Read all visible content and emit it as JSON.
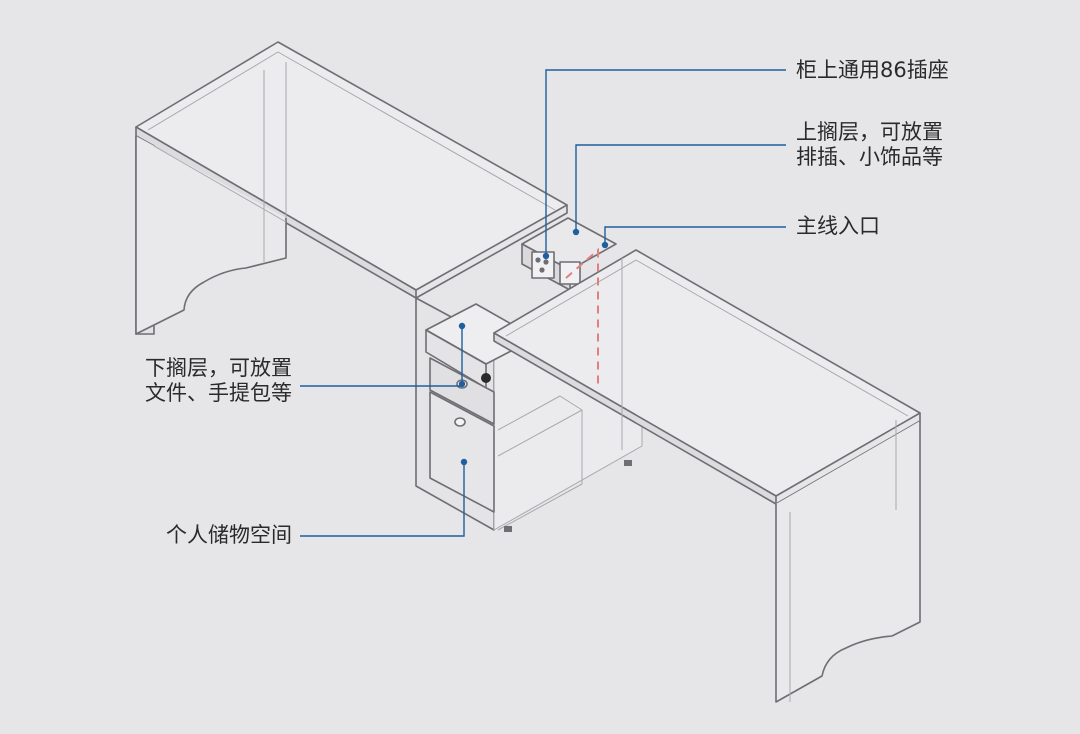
{
  "diagram": {
    "colors": {
      "background": "#e6e6e8",
      "outline": "#6e6e73",
      "callout_line": "#1f5f9e",
      "dashed_guide": "#e08080",
      "text": "#2a2a2a"
    },
    "callouts": {
      "socket": "柜上通用86插座",
      "upper_shelf_line1": "上搁层，可放置",
      "upper_shelf_line2": "排插、小饰品等",
      "cable_entry": "主线入口",
      "lower_shelf_line1": "下搁层，可放置",
      "lower_shelf_line2": "文件、手提包等",
      "storage": "个人储物空间"
    }
  }
}
